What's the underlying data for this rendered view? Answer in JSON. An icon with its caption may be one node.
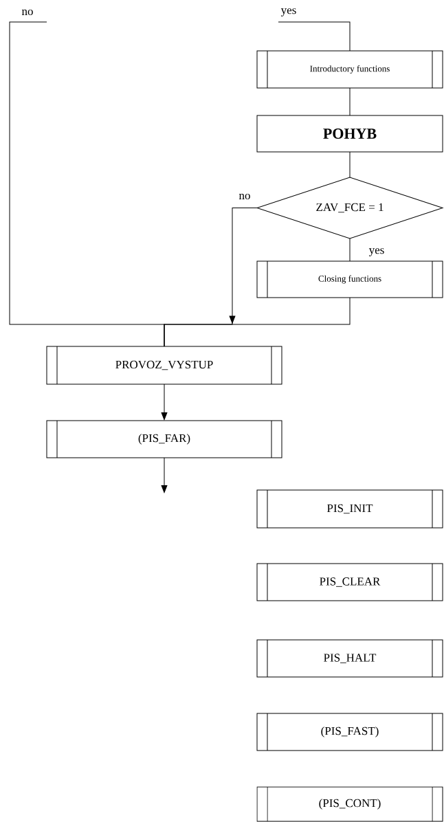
{
  "diagram": {
    "nodes": [
      {
        "text": [
          "Introductory functions"
        ]
      },
      {
        "text": [
          "POHYB"
        ]
      },
      {
        "text": [
          "ZAV_FCE = 1"
        ]
      },
      {
        "text": [
          "Closing functions"
        ]
      },
      {
        "text": [
          "PROVOZ_VYSTUP"
        ]
      },
      {
        "text": [
          "(PIS_FAR)"
        ]
      },
      {
        "text": [
          "PIS_INIT"
        ]
      },
      {
        "text": [
          "PIS_CLEAR"
        ]
      },
      {
        "text": [
          "PIS_HALT"
        ]
      },
      {
        "text": [
          "(PIS_FAST)"
        ]
      },
      {
        "text": [
          "(PIS_CONT)"
        ]
      }
    ],
    "edges": [
      {
        "from": null,
        "to": 0,
        "arrow": "none",
        "label": "yes"
      },
      {
        "from": 0,
        "to": 1,
        "arrow": "none"
      },
      {
        "from": 1,
        "to": 2,
        "arrow": "none"
      },
      {
        "from": 2,
        "to": 3,
        "arrow": "none",
        "label": "yes"
      },
      {
        "from": 2,
        "to": 4,
        "arrow": "to",
        "label": "no"
      },
      {
        "from": 3,
        "to": 4,
        "arrow": "none"
      },
      {
        "from": null,
        "to": 4,
        "arrow": "none",
        "label": "no"
      },
      {
        "from": 4,
        "to": 5,
        "arrow": "to"
      },
      {
        "from": 5,
        "to": null,
        "arrow": "to"
      }
    ]
  }
}
